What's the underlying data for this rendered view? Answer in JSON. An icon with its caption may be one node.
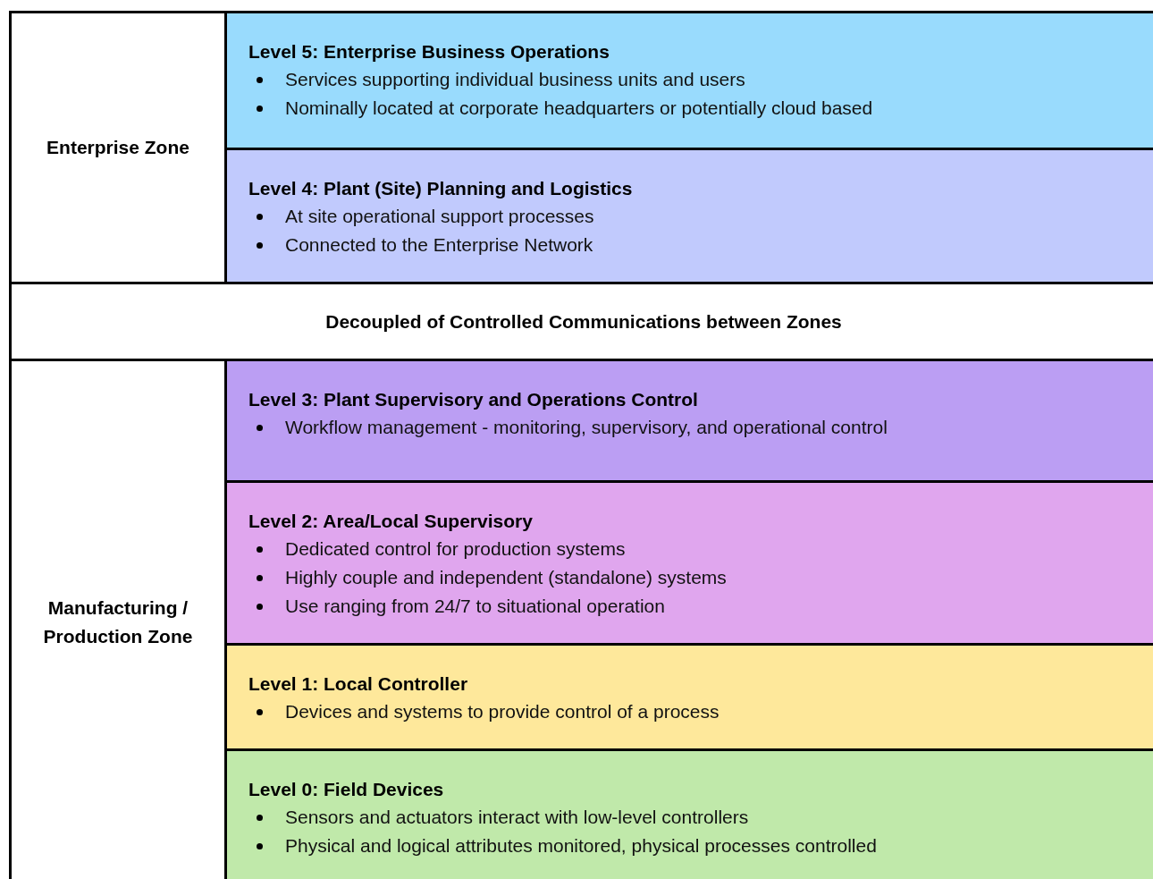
{
  "diagram": {
    "nodes": [
      {
        "text": [
          "Enterprise Zone"
        ]
      },
      {
        "text": [
          "Level 5: Enterprise Business Operations",
          "Services supporting individual business units and users",
          "Nominally located at corporate headquarters or potentially cloud based"
        ]
      },
      {
        "text": [
          "Level 4: Plant (Site) Planning and Logistics",
          "At site operational support processes",
          "Connected to the Enterprise Network"
        ]
      },
      {
        "text": [
          "Decoupled of Controlled Communications between Zones"
        ]
      },
      {
        "text": [
          "Manufacturing / Production Zone"
        ]
      },
      {
        "text": [
          "Level 3: Plant Supervisory and Operations Control",
          "Workflow management - monitoring, supervisory, and operational control"
        ]
      },
      {
        "text": [
          "Level 2: Area/Local Supervisory",
          "Dedicated control for production systems",
          "Highly couple and independent (standalone) systems",
          "Use ranging from 24/7 to situational operation"
        ]
      },
      {
        "text": [
          "Level 1: Local Controller",
          "Devices and systems to provide control of a process"
        ]
      },
      {
        "text": [
          "Level 0: Field Devices",
          "Sensors and actuators interact with low-level controllers",
          "Physical and logical attributes monitored, physical processes controlled"
        ]
      }
    ]
  }
}
